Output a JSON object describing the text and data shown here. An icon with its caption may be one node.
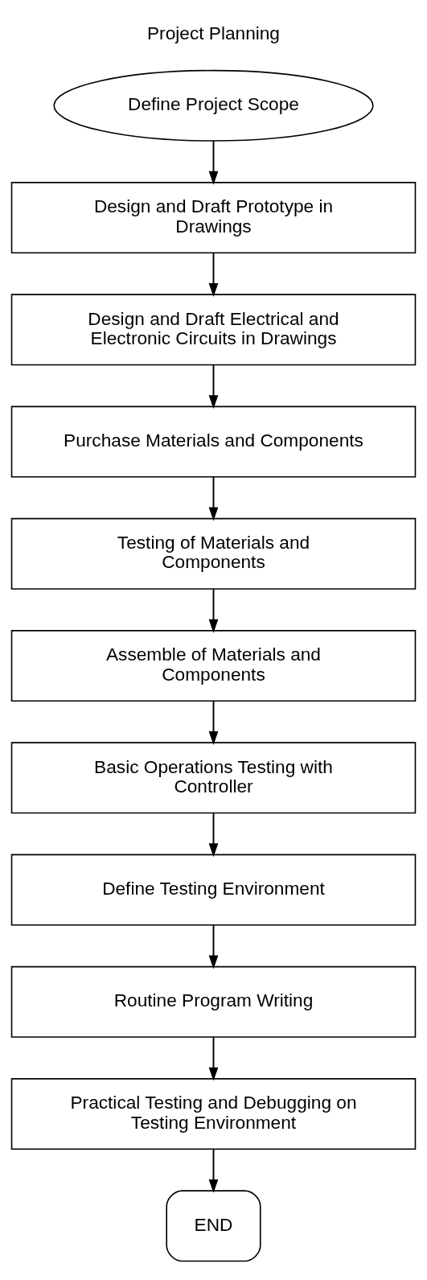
{
  "diagram": {
    "title": "Project Planning",
    "nodes": [
      {
        "text": [
          "Define Project Scope"
        ]
      },
      {
        "text": [
          "Design and Draft Prototype in Drawings"
        ]
      },
      {
        "text": [
          "Design and Draft Electrical and Electronic Circuits in Drawings"
        ]
      },
      {
        "text": [
          "Purchase Materials and Components"
        ]
      },
      {
        "text": [
          "Testing of Materials and Components"
        ]
      },
      {
        "text": [
          "Assemble of Materials and Components"
        ]
      },
      {
        "text": [
          "Basic Operations Testing with Controller"
        ]
      },
      {
        "text": [
          "Define Testing Environment"
        ]
      },
      {
        "text": [
          "Routine Program Writing"
        ]
      },
      {
        "text": [
          "Practical Testing and Debugging on Testing Environment"
        ]
      },
      {
        "text": [
          "END"
        ]
      }
    ],
    "edges": [
      {
        "from": 0,
        "to": 1,
        "arrow": "to"
      },
      {
        "from": 1,
        "to": 2,
        "arrow": "to"
      },
      {
        "from": 2,
        "to": 3,
        "arrow": "to"
      },
      {
        "from": 3,
        "to": 4,
        "arrow": "to"
      },
      {
        "from": 4,
        "to": 5,
        "arrow": "to"
      },
      {
        "from": 5,
        "to": 6,
        "arrow": "to"
      },
      {
        "from": 6,
        "to": 7,
        "arrow": "to"
      },
      {
        "from": 7,
        "to": 8,
        "arrow": "to"
      },
      {
        "from": 8,
        "to": 9,
        "arrow": "to"
      },
      {
        "from": 9,
        "to": 10,
        "arrow": "to"
      }
    ]
  }
}
